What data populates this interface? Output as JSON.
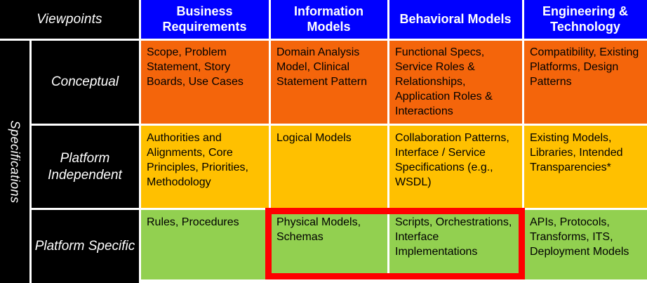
{
  "matrix": {
    "corner_label": "Viewpoints",
    "side_label": "Specifications",
    "columns": [
      "Business Requirements",
      "Information Models",
      "Behavioral Models",
      "Engineering & Technology"
    ],
    "rows": [
      {
        "label": "Conceptual",
        "color": "#F4650B",
        "cells": [
          "Scope, Problem Statement, Story Boards, Use Cases",
          "Domain Analysis Model, Clinical Statement Pattern",
          "Functional Specs, Service Roles & Relationships, Application Roles & Interactions",
          "Compatibility, Existing Platforms, Design Patterns"
        ]
      },
      {
        "label": "Platform Independent",
        "color": "#FFC000",
        "cells": [
          "Authorities and Alignments, Core Principles, Priorities, Methodology",
          "Logical Models",
          "Collaboration Patterns, Interface / Service Specifications (e.g., WSDL)",
          "Existing Models, Libraries, Intended Transparencies*"
        ]
      },
      {
        "label": "Platform Specific",
        "color": "#92D050",
        "cells": [
          "Rules, Procedures",
          "Physical Models, Schemas",
          "Scripts, Orchestrations, Interface Implementations",
          "APIs, Protocols, Transforms, ITS, Deployment Models"
        ]
      }
    ],
    "highlight": {
      "color": "#FF0000",
      "covers": "Platform Specific / Information Models and Behavioral Models"
    },
    "colors": {
      "header_blue": "#0000FF",
      "header_black": "#000000",
      "conceptual_orange": "#F4650B",
      "platform_independent_amber": "#FFC000",
      "platform_specific_green": "#92D050",
      "highlight_red": "#FF0000",
      "text_light": "#FFFFFF",
      "text_dark": "#000000"
    }
  }
}
